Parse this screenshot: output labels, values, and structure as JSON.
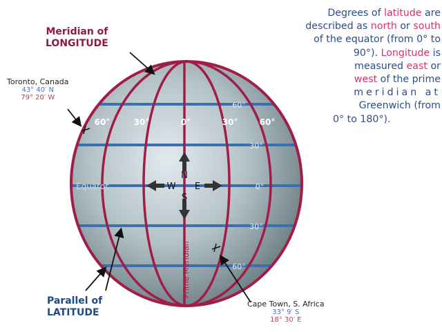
{
  "meridian_label": {
    "line1": "Meridian of",
    "line2": "LONGITUDE"
  },
  "parallel_label": {
    "line1": "Parallel of",
    "line2": "LATITUDE"
  },
  "toronto": {
    "name": "Toronto, Canada",
    "lat": "43° 40′ N",
    "lon": "79° 20′ W"
  },
  "cape_town": {
    "name": "Cape Town, S. Africa",
    "lat": "33° 9′ S",
    "lon": "18° 30′ E"
  },
  "description": {
    "l1a": "Degrees of ",
    "l1b": "latitude",
    "l1c": " are",
    "l2a": "described as ",
    "l2b": "north",
    "l2c": " or ",
    "l2d": "south",
    "l3": "of the equator (from 0° to",
    "l4a": "90°). ",
    "l4b": "Longitude",
    "l4c": " is",
    "l5a": "measured ",
    "l5b": "east",
    "l5c": " or",
    "l6a": "west",
    "l6b": " of the prime",
    "l7": "meridian at",
    "l8": "Greenwich (from",
    "l9": "0° to 180°)."
  },
  "globe": {
    "longitude_ticks": [
      "60°",
      "30°",
      "0°",
      "30°",
      "60°"
    ],
    "latitude_ticks": [
      "60°",
      "30°",
      "0°",
      "30°",
      "60°"
    ],
    "equator_label": "Equator",
    "prime_meridian_label": "Prime Meridian",
    "compass": {
      "n": "N",
      "s": "S",
      "e": "E",
      "w": "W"
    },
    "colors": {
      "meridian": "#a01e46",
      "parallel": "#3a6fb0",
      "globe_light": "#d6e0e4",
      "globe_dark": "#7c8e94"
    }
  }
}
